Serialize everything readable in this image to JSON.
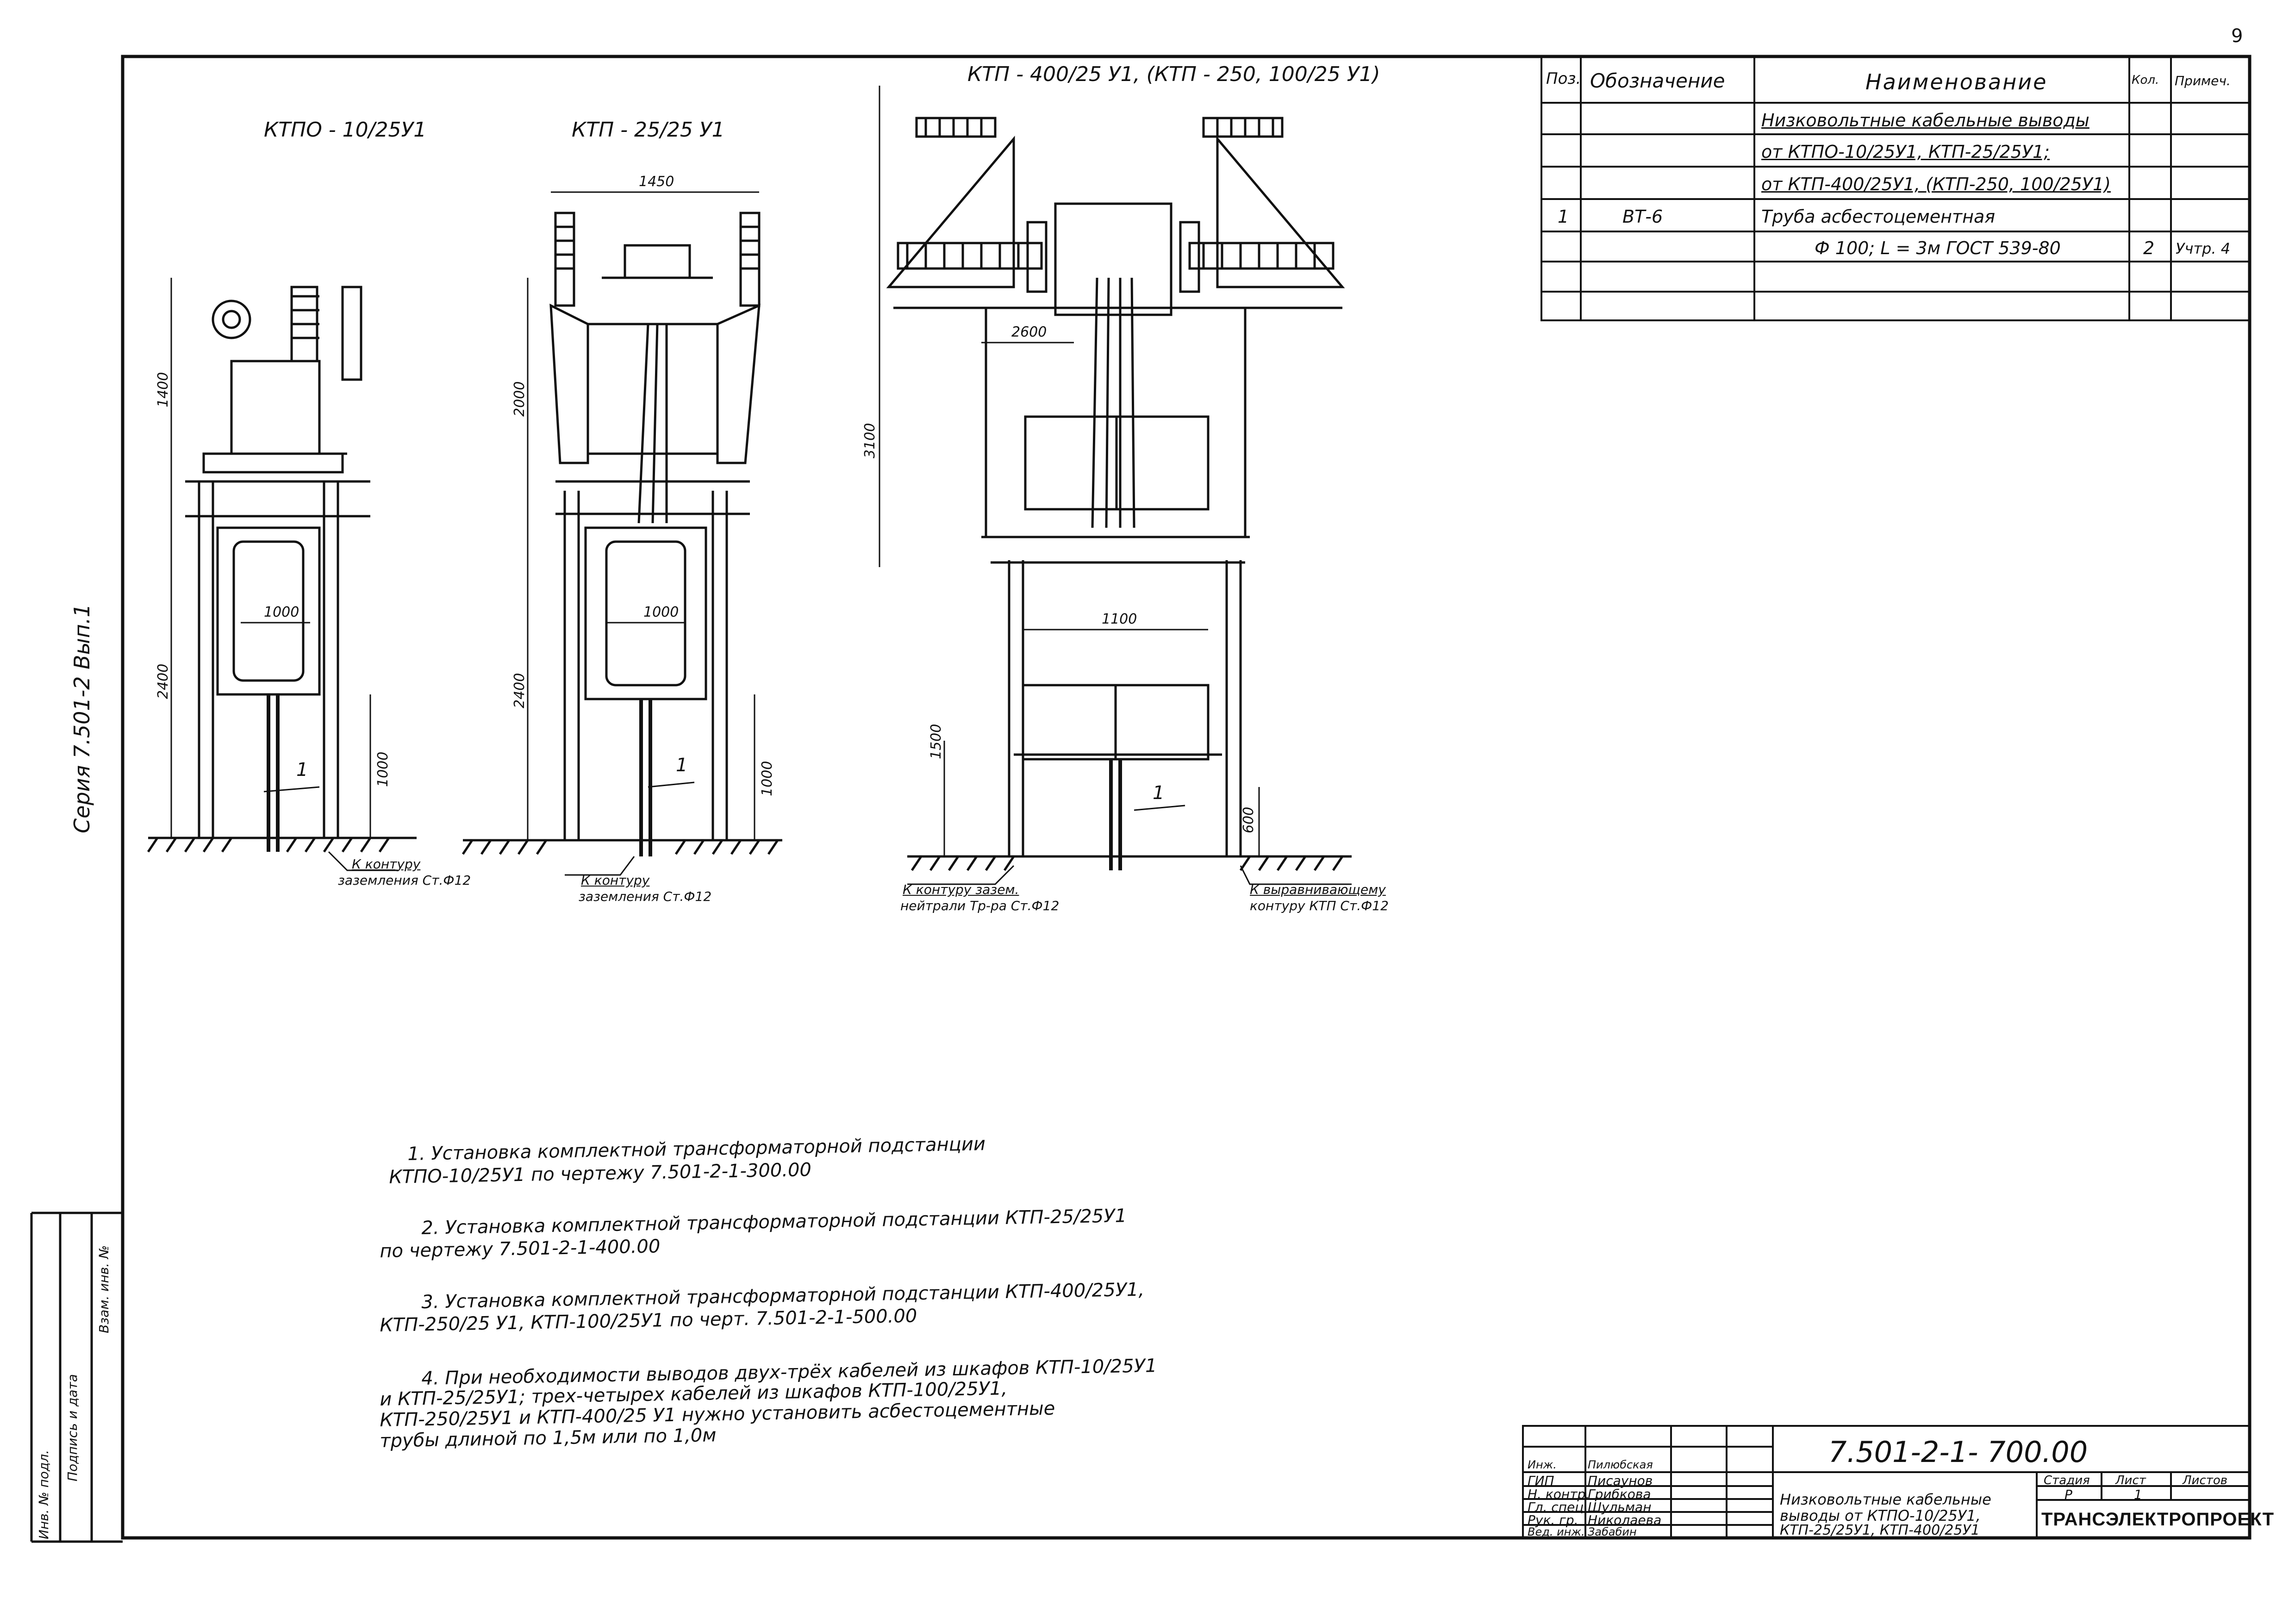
{
  "sheet": {
    "corner_number": "9"
  },
  "series_label": "Серия    7.501-2    Вып.1",
  "drawings": {
    "ktpo": {
      "title": "КТПО - 10/25У1",
      "dims": {
        "h1": "1400",
        "h2": "2400",
        "w": "1000",
        "h3": "1000"
      },
      "pos": "1",
      "ground_label": "К контуру",
      "ground_label2": "заземления Ст.Ф12"
    },
    "ktp25": {
      "title": "КТП - 25/25 У1",
      "dims": {
        "w_top": "1450",
        "h1": "2000",
        "h2": "2400",
        "w": "1000",
        "h3": "1000"
      },
      "pos": "1",
      "ground_label": "К контуру",
      "ground_label2": "заземления Ст.Ф12"
    },
    "ktp400": {
      "title": "КТП - 400/25 У1, (КТП - 250, 100/25 У1)",
      "dims": {
        "w_top": "2600",
        "h1": "3100",
        "w": "1100",
        "h2": "1500",
        "h3": "600"
      },
      "pos": "1",
      "ground_label_left": "К контуру зазем.",
      "ground_label_left2": "нейтрали Тр-ра Ст.Ф12",
      "ground_label_right": "К выравнивающему",
      "ground_label_right2": "контуру КТП Ст.Ф12"
    }
  },
  "spec_table": {
    "headers": [
      "Поз.",
      "Обозначение",
      "Наименование",
      "Кол.",
      "Примеч."
    ],
    "rows": [
      {
        "pos": "",
        "designation": "",
        "name": "Низковольтные кабельные выводы",
        "qty": "",
        "note": "",
        "underline": true
      },
      {
        "pos": "",
        "designation": "",
        "name": "от КТПО-10/25У1, КТП-25/25У1;",
        "qty": "",
        "note": "",
        "underline": true
      },
      {
        "pos": "",
        "designation": "",
        "name": "от КТП-400/25У1, (КТП-250, 100/25У1)",
        "qty": "",
        "note": "",
        "underline": true
      },
      {
        "pos": "1",
        "designation": "ВТ-6",
        "name": "Труба асбестоцементная",
        "qty": "",
        "note": "",
        "underline": false
      },
      {
        "pos": "",
        "designation": "",
        "name": "Ф 100;  L = 3м   ГОСТ 539-80",
        "qty": "2",
        "note": "Учтр. 4",
        "underline": false
      },
      {
        "pos": "",
        "designation": "",
        "name": "",
        "qty": "",
        "note": "",
        "underline": false
      },
      {
        "pos": "",
        "designation": "",
        "name": "",
        "qty": "",
        "note": "",
        "underline": false
      }
    ]
  },
  "notes": [
    {
      "line1": "1. Установка комплектной трансформаторной подстанции",
      "line2": "КТПО-10/25У1   по чертежу              7.501-2-1-300.00"
    },
    {
      "line1": "2. Установка комплектной трансформаторной подстанции КТП-25/25У1",
      "line2": "по чертежу              7.501-2-1-400.00"
    },
    {
      "line1": "3. Установка комплектной трансформаторной подстанции КТП-400/25У1,",
      "line2": "КТП-250/25 У1,  КТП-100/25У1    по черт.    7.501-2-1-500.00"
    },
    {
      "line1": "4. При необходимости выводов двух-трёх кабелей из шкафов КТП-10/25У1",
      "line2": "и КТП-25/25У1; трех-четырех кабелей из шкафов КТП-100/25У1,",
      "line3": "КТП-250/25У1  и  КТП-400/25 У1  нужно установить асбестоцементные",
      "line4": "трубы длиной по 1,5м или по 1,0м"
    }
  ],
  "left_margin_labels": [
    "Инв. № подл.",
    "Подпись и дата",
    "Взам. инв. №"
  ],
  "title_block": {
    "doc_number": "7.501-2-1-    700.00",
    "roles": [
      {
        "role": "ГИП",
        "name": "Писаунов"
      },
      {
        "role": "Н. контр.",
        "name": "Грибкова"
      },
      {
        "role": "Гл. спец.",
        "name": "Шульман"
      },
      {
        "role": "Рук. гр.",
        "name": "Николаева"
      },
      {
        "role": "Вед. инж.",
        "name": "Забабин"
      },
      {
        "role": "Инж.",
        "name": "Пилюбская"
      }
    ],
    "title_line1": "Низковольтные кабельные",
    "title_line2": "выводы от КТПО-10/25У1,",
    "title_line3": "КТП-25/25У1, КТП-400/25У1",
    "stage_header": "Стадия",
    "sheet_header": "Лист",
    "sheets_header": "Листов",
    "stage": "Р",
    "sheet": "1",
    "sheets": "",
    "org": "ТРАНСЭЛЕКТРОПРОЕКТ"
  }
}
